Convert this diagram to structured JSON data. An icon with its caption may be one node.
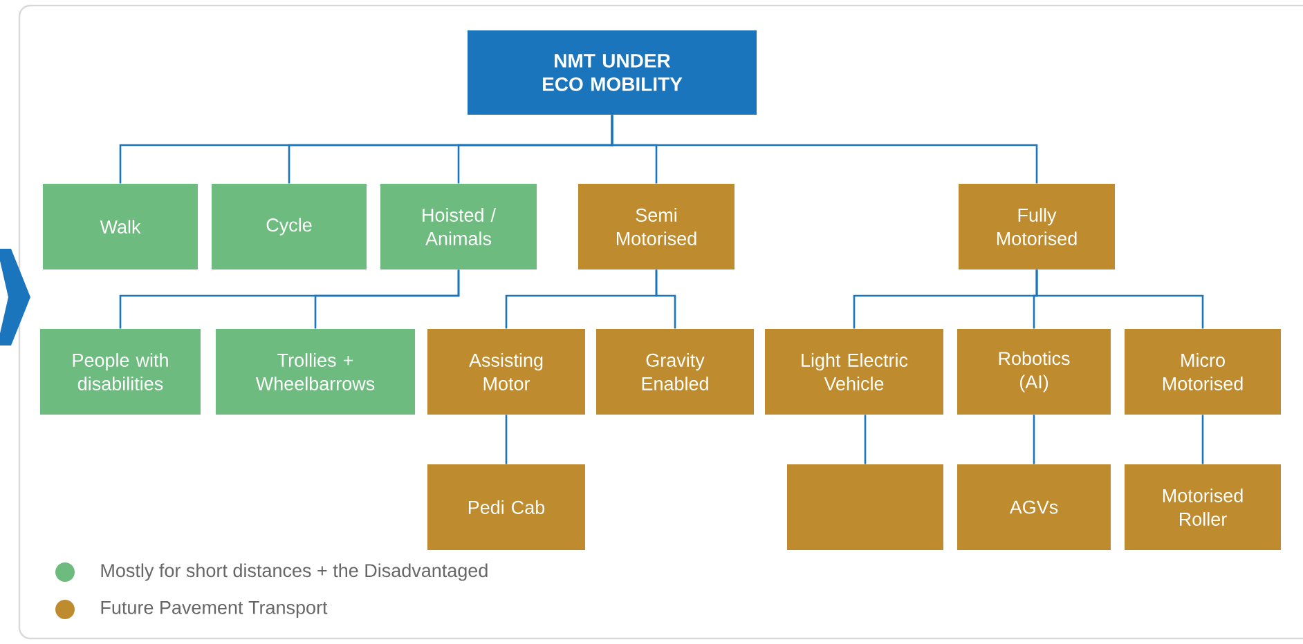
{
  "diagram": {
    "nodes": [
      {
        "text": [
          "NMT UNDER ECO MOBILITY"
        ]
      },
      {
        "text": [
          "Walk"
        ]
      },
      {
        "text": [
          "Cycle"
        ]
      },
      {
        "text": [
          "Hoisted / Animals"
        ]
      },
      {
        "text": [
          "Semi Motorised"
        ]
      },
      {
        "text": [
          "Fully Motorised"
        ]
      },
      {
        "text": [
          "People with disabilities"
        ]
      },
      {
        "text": [
          "Trollies + Wheelbarrows"
        ]
      },
      {
        "text": [
          "Assisting Motor"
        ]
      },
      {
        "text": [
          "Gravity Enabled"
        ]
      },
      {
        "text": [
          "Light Electric Vehicle"
        ]
      },
      {
        "text": [
          "Robotics (AI)"
        ]
      },
      {
        "text": [
          "Micro Motorised"
        ]
      },
      {
        "text": [
          "Pedi Cab"
        ]
      },
      {
        "text": [],
        "shape": "box"
      },
      {
        "text": [
          "AGVs"
        ]
      },
      {
        "text": [
          "Motorised Roller"
        ]
      }
    ],
    "edges": [
      {
        "from": 0,
        "to": 1,
        "arrow": "none"
      },
      {
        "from": 0,
        "to": 2,
        "arrow": "none"
      },
      {
        "from": 0,
        "to": 3,
        "arrow": "none"
      },
      {
        "from": 0,
        "to": 4,
        "arrow": "none"
      },
      {
        "from": 0,
        "to": 5,
        "arrow": "none"
      },
      {
        "from": 3,
        "to": 6,
        "arrow": "none"
      },
      {
        "from": 3,
        "to": 7,
        "arrow": "none"
      },
      {
        "from": 4,
        "to": 8,
        "arrow": "none"
      },
      {
        "from": 4,
        "to": 9,
        "arrow": "none"
      },
      {
        "from": 5,
        "to": 10,
        "arrow": "none"
      },
      {
        "from": 5,
        "to": 11,
        "arrow": "none"
      },
      {
        "from": 5,
        "to": 12,
        "arrow": "none"
      },
      {
        "from": 8,
        "to": 13,
        "arrow": "none"
      },
      {
        "from": 10,
        "to": 14,
        "arrow": "none"
      },
      {
        "from": 11,
        "to": 15,
        "arrow": "none"
      },
      {
        "from": 12,
        "to": 16,
        "arrow": "none"
      }
    ],
    "legend": [
      {
        "text": "Mostly for short distances + the Disadvantaged",
        "color": "#6dbb7e"
      },
      {
        "text": "Future Pavement Transport",
        "color": "#be8c2e"
      }
    ]
  }
}
